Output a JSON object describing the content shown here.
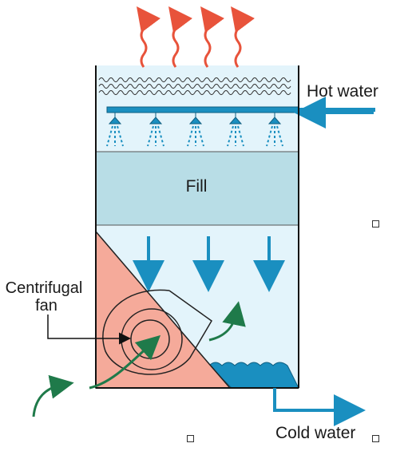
{
  "diagram": {
    "labels": {
      "hot_water": "Hot water",
      "fill": "Fill",
      "centrifugal_fan_line1": "Centrifugal",
      "centrifugal_fan_line2": "fan",
      "cold_water": "Cold water"
    },
    "colors": {
      "vapor": "#e8533b",
      "water_pipe": "#1a8fc0",
      "tower_interior": "#e3f4fb",
      "fill_media": "#b8dde6",
      "fan_housing": "#f5aa9a",
      "air_flow": "#1f7a4a",
      "basin_water": "#1a8fc0",
      "outline": "#222222"
    },
    "icons": [
      "vapor-arrow-icon",
      "spray-nozzle-icon",
      "water-arrow-icon",
      "air-arrow-icon"
    ],
    "markers": [
      "empty-checkbox",
      "empty-checkbox",
      "empty-checkbox"
    ]
  }
}
